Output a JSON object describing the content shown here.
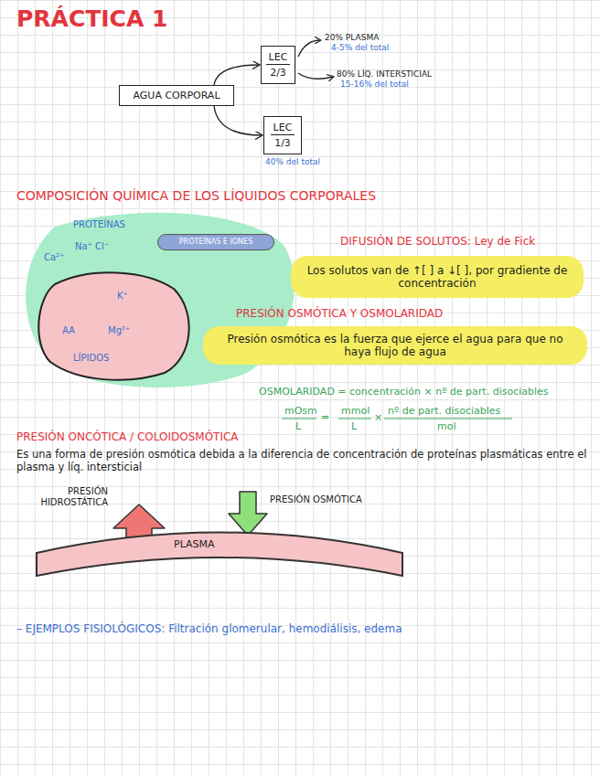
{
  "diagram": {
    "title": "PRÁCTICA 1",
    "nodes": [
      {
        "text": [
          "AGUA CORPORAL"
        ]
      },
      {
        "text": [
          "LEC",
          "2/3"
        ]
      },
      {
        "text": [
          "LEC",
          "1/3"
        ]
      },
      {
        "text": [
          "PROTEÍNAS",
          "Na⁺ Cl⁻",
          "Ca²⁺"
        ]
      },
      {
        "text": [
          "PROTEÍNAS E IONES"
        ],
        "in": 3
      },
      {
        "text": [
          "K⁺",
          "AA",
          "Mg²⁺",
          "LÍPIDOS"
        ],
        "in": 3
      },
      {
        "text": [
          "Los solutos van de ↑[ ] a ↓[ ], por gradiente de concentración"
        ]
      },
      {
        "text": [
          "Presión osmótica es la fuerza que ejerce el agua para que no haya flujo de agua"
        ]
      },
      {
        "text": [
          "PLASMA"
        ]
      }
    ],
    "edges": [
      {
        "from": 0,
        "to": 1,
        "arrow": "to"
      },
      {
        "from": 0,
        "to": 2,
        "arrow": "to"
      }
    ],
    "labels": [
      "20% PLASMA",
      "4-5% del total",
      "80% LÍQ. INTERSTICIAL",
      "15-16% del total",
      "40% del total",
      "COMPOSICIÓN QUÍMICA DE LOS LÍQUIDOS CORPORALES",
      "DIFUSIÓN DE SOLUTOS: Ley de Fick",
      "PRESIÓN OSMÓTICA Y OSMOLARIDAD",
      "OSMOLARIDAD = concentración × nº de part. disociables",
      "mOsm",
      "L",
      "=",
      "mmol",
      "L",
      "×",
      "nº de part. disociables",
      "mol",
      "PRESIÓN ONCÓTICA / COLOIDOSMÓTICA",
      "Es una forma de presión osmótica debida a la diferencia de concentración de proteínas plasmáticas entre el plasma y líq. intersticial",
      "PRESIÓN HIDROSTÁTICA",
      "PRESIÓN OSMÓTICA",
      "– EJEMPLOS FISIOLÓGICOS: Filtración glomerular, hemodiálisis, edema"
    ]
  }
}
